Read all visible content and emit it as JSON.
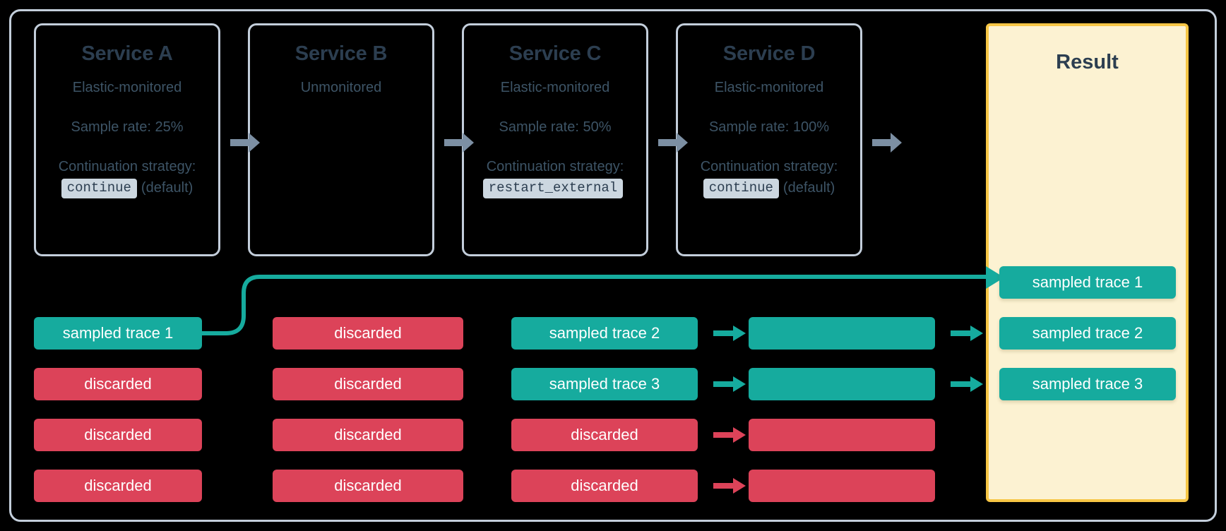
{
  "diagram": {
    "title_hidden": "",
    "colors": {
      "background": "#000000",
      "frame_border": "#c3cedb",
      "service_border": "#c3cedb",
      "title_text": "#2c3e50",
      "body_text": "#3d5466",
      "code_chip_bg": "#ccd7e0",
      "sampled_teal": "#16ab9e",
      "discarded_red": "#dc4359",
      "result_bg": "#fcf2d2",
      "result_border": "#f7c645",
      "grey_arrow": "#7c8fa3"
    }
  },
  "services": [
    {
      "name": "Service A",
      "monitoring": "Elastic-monitored",
      "sample_rate": "Sample rate: 25%",
      "strategy_label": "Continuation strategy:",
      "strategy_code": "continue",
      "strategy_note": "(default)",
      "traces": [
        "sampled trace 1",
        "discarded",
        "discarded",
        "discarded"
      ],
      "trace_kinds": [
        "sampled",
        "discarded",
        "discarded",
        "discarded"
      ]
    },
    {
      "name": "Service B",
      "monitoring": "Unmonitored",
      "sample_rate": "",
      "strategy_label": "",
      "strategy_code": "",
      "strategy_note": "",
      "traces": [
        "discarded",
        "discarded",
        "discarded",
        "discarded"
      ],
      "trace_kinds": [
        "discarded",
        "discarded",
        "discarded",
        "discarded"
      ]
    },
    {
      "name": "Service C",
      "monitoring": "Elastic-monitored",
      "sample_rate": "Sample rate: 50%",
      "strategy_label": "Continuation strategy:",
      "strategy_code": "restart_external",
      "strategy_note": "",
      "traces": [
        "sampled trace 2",
        "sampled trace 3",
        "discarded",
        "discarded"
      ],
      "trace_kinds": [
        "sampled",
        "sampled",
        "discarded",
        "discarded"
      ]
    },
    {
      "name": "Service D",
      "monitoring": "Elastic-monitored",
      "sample_rate": "Sample rate: 100%",
      "strategy_label": "Continuation strategy:",
      "strategy_code": "continue",
      "strategy_note": "(default)",
      "traces": [
        "",
        "",
        "",
        ""
      ],
      "trace_kinds": [
        "sampled",
        "sampled",
        "discarded",
        ""
      ]
    }
  ],
  "result": {
    "title": "Result",
    "traces": [
      "sampled trace 1",
      "sampled trace 2",
      "sampled trace 3"
    ],
    "trace_kinds": [
      "sampled",
      "sampled",
      "sampled"
    ]
  },
  "arrows": {
    "service_flow_icon": "arrow-right-icon",
    "trace_flow_icon": "arrow-right-icon",
    "curve_icon": "curved-arrow-icon"
  }
}
